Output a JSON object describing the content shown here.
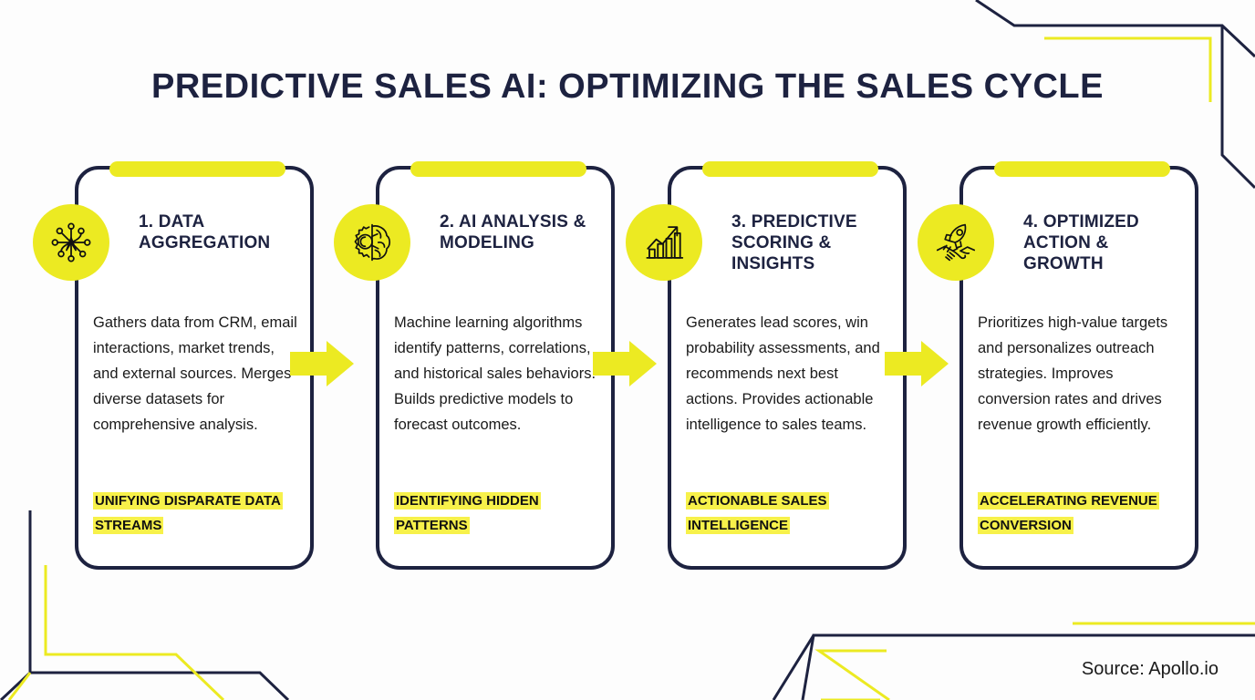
{
  "title": "PREDICTIVE SALES AI: OPTIMIZING THE SALES CYCLE",
  "source": "Source: Apollo.io",
  "colors": {
    "ink": "#1d2240",
    "accent_yellow": "#ecea22",
    "highlight_yellow": "#f7f14a",
    "background": "#fdfdfd",
    "body_text": "#1a1a1a"
  },
  "cards": [
    {
      "icon": "network-nodes-icon",
      "heading": "1. DATA AGGREGATION",
      "body": "Gathers data from CRM, email interactions, market trends, and external sources. Merges diverse datasets for comprehensive analysis.",
      "caption": "UNIFYING DISPARATE DATA STREAMS"
    },
    {
      "icon": "gear-brain-icon",
      "heading": "2. AI ANALYSIS & MODELING",
      "body": "Machine learning algorithms identify patterns, correlations, and historical sales behaviors. Builds predictive models to forecast outcomes.",
      "caption": "IDENTIFYING HIDDEN PATTERNS"
    },
    {
      "icon": "growth-bar-chart-icon",
      "heading": "3. PREDICTIVE SCORING & INSIGHTS",
      "body": "Generates lead scores, win probability assessments, and recommends next best actions. Provides actionable intelligence to sales teams.",
      "caption": "ACTIONABLE SALES INTELLIGENCE"
    },
    {
      "icon": "rocket-handshake-icon",
      "heading": "4. OPTIMIZED ACTION & GROWTH",
      "body": "Prioritizes high-value targets and personalizes outreach strategies. Improves conversion rates and drives revenue growth efficiently.",
      "caption": "ACCELERATING REVENUE CONVERSION"
    }
  ],
  "arrows": [
    "flow-arrow-1",
    "flow-arrow-2",
    "flow-arrow-3"
  ]
}
